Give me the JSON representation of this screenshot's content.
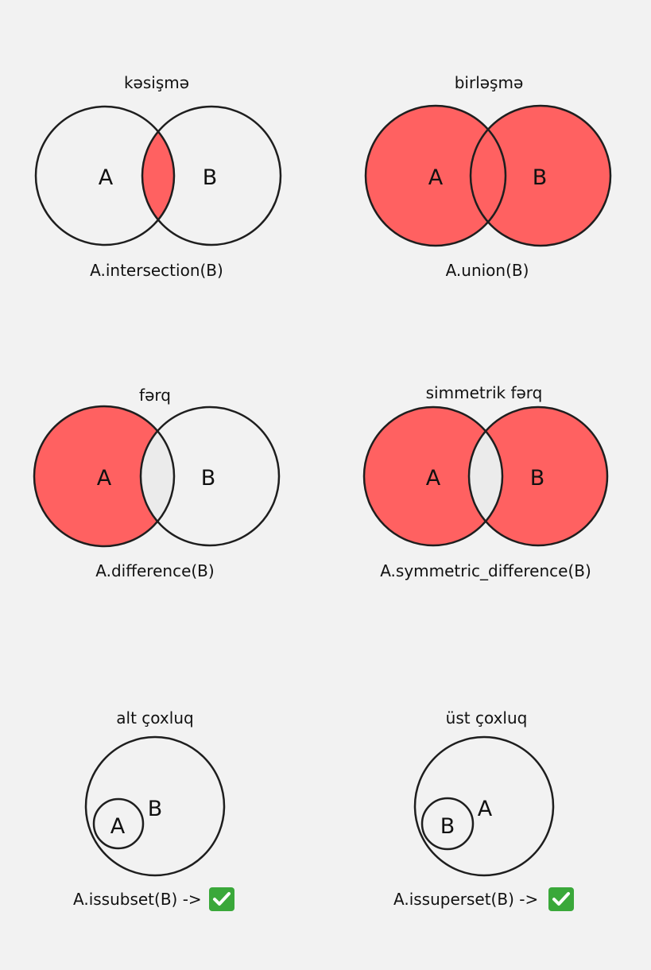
{
  "colors": {
    "background": "#f2f2f2",
    "highlight": "#ff6161",
    "empty": "#f2f2f2",
    "lens": "#ebebeb",
    "stroke": "#1e1e1e",
    "check_green": "#3aa83a"
  },
  "panels": {
    "intersection": {
      "title": "kəsişmə",
      "caption": "A.intersection(B)",
      "label_a": "A",
      "label_b": "B"
    },
    "union": {
      "title": "birləşmə",
      "caption": "A.union(B)",
      "label_a": "A",
      "label_b": "B"
    },
    "difference": {
      "title": "fərq",
      "caption": "A.difference(B)",
      "label_a": "A",
      "label_b": "B"
    },
    "symmetric": {
      "title": "simmetrik fərq",
      "caption": "A.symmetric_difference(B)",
      "label_a": "A",
      "label_b": "B"
    },
    "subset": {
      "title": "alt çoxluq",
      "caption": "A.issubset(B) ->",
      "inner_label": "A",
      "outer_label": "B",
      "result_icon": "check-mark-icon"
    },
    "superset": {
      "title": "üst çoxluq",
      "caption": "A.issuperset(B) ->",
      "inner_label": "B",
      "outer_label": "A",
      "result_icon": "check-mark-icon"
    }
  }
}
